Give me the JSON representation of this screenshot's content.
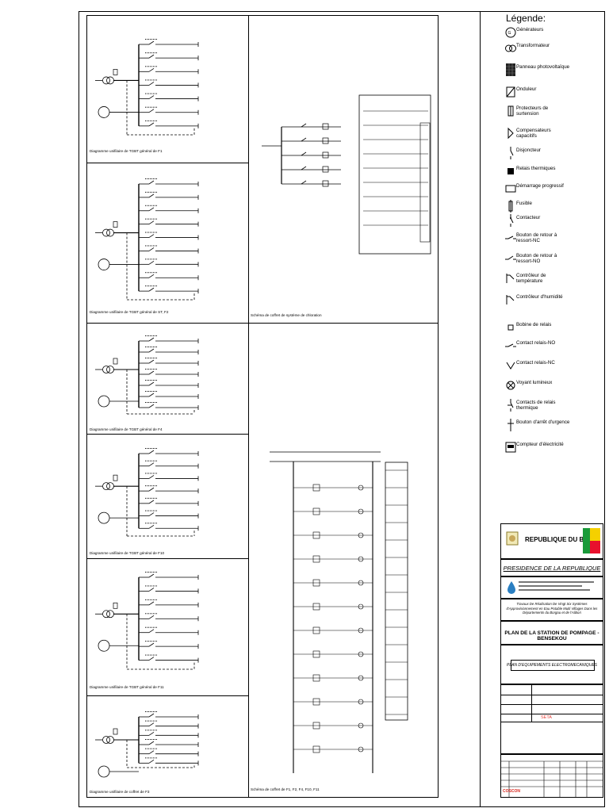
{
  "legend": {
    "title": "Légende:",
    "items": [
      {
        "icon": "generator-icon",
        "label": "Générateurs"
      },
      {
        "icon": "transformer-icon",
        "label": "Transformateur"
      },
      {
        "icon": "solar-panel-icon",
        "label": "Panneau photovoltaïque"
      },
      {
        "icon": "inverter-icon",
        "label": "Onduleur"
      },
      {
        "icon": "surge-protector-icon",
        "label": "Protecteurs de surtension"
      },
      {
        "icon": "capacitor-icon",
        "label": "Compensateurs capacitifs"
      },
      {
        "icon": "circuit-breaker-icon",
        "label": "Disjoncteur"
      },
      {
        "icon": "thermal-relay-icon",
        "label": "Relais thermiques"
      },
      {
        "icon": "soft-starter-icon",
        "label": "Démarrage progressif"
      },
      {
        "icon": "fuse-icon",
        "label": "Fusible"
      },
      {
        "icon": "contactor-icon",
        "label": "Contacteur"
      },
      {
        "icon": "return-button-nc-icon",
        "label": "Bouton de retour à ressort-NC"
      },
      {
        "icon": "return-button-no-icon",
        "label": "Bouton de retour à ressort-NO"
      },
      {
        "icon": "temperature-controller-icon",
        "label": "Contrôleur de température"
      },
      {
        "icon": "humidity-controller-icon",
        "label": "Contrôleur d'humidité"
      },
      {
        "icon": "relay-coil-icon",
        "label": "Bobine de relais"
      },
      {
        "icon": "relay-contact-no-icon",
        "label": "Contact relais-NO"
      },
      {
        "icon": "relay-contact-nc-icon",
        "label": "Contact relais-NC"
      },
      {
        "icon": "indicator-light-icon",
        "label": "Voyant lumineux"
      },
      {
        "icon": "thermal-relay-contact-icon",
        "label": "Contacts de relais thermique"
      },
      {
        "icon": "emergency-stop-icon",
        "label": "Bouton d'arrêt d'urgence"
      },
      {
        "icon": "electricity-meter-icon",
        "label": "Compteur d'électricité"
      }
    ]
  },
  "captions": {
    "f1": "Diagramme unifilaire de TGBT général de F1",
    "f2": "Diagramme unifilaire de TGBT général de ST, F2",
    "f4": "Diagramme unifilaire de TGBT général de F4",
    "f10": "Diagramme unifilaire de TGBT général de F10",
    "f11": "Diagramme unifilaire de TGBT général de F11",
    "f3": "Diagramme unifilaire de coffret de F3",
    "chlorination": "Schéma de coffret de système de chloration",
    "coffret_multi": "Schéma de coffret de F1, F2, F4, F10, F11"
  },
  "title_block": {
    "country": "REPUBLIQUE DU BENIN",
    "presidency": "PRESIDENCE DE LA REPUBLIQUE",
    "project": "Travaux De Réalisation De Vingt Six Systèmes d'Approvisionnement en Eau Potable Multi Villages Dans les Départements du Borgou et de l'Alibori",
    "plan_title": "PLAN DE LA STATION DE POMPAGE -BENSEKOU",
    "plan_subtitle": "PLAN D'EQUIPEMENTS ELECTROMECANIQUES",
    "company": "SETA",
    "client_logo": "COSCON"
  }
}
